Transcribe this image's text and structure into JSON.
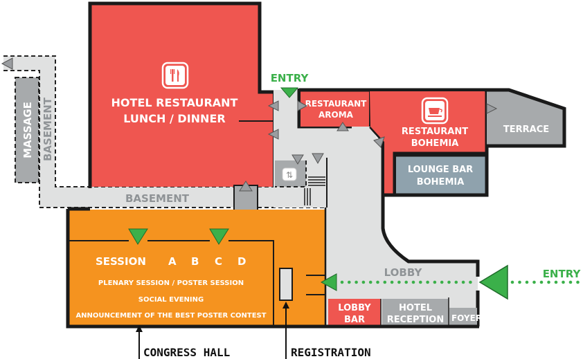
{
  "colors": {
    "restaurant": "#ef5650",
    "congress": "#f5931f",
    "corridor": "#e0e1e1",
    "service": "#a7aaac",
    "lounge": "#8fa2ad",
    "entry": "#3bb04a",
    "arrow_gray": "#9a9da0"
  },
  "rooms": {
    "hotel_restaurant": {
      "line1": "HOTEL RESTAURANT",
      "line2": "LUNCH / DINNER",
      "icon": "cutlery-icon"
    },
    "restaurant_aroma": {
      "line1": "RESTAURANT",
      "line2": "AROMA"
    },
    "restaurant_bohemia": {
      "line1": "RESTAURANT",
      "line2": "BOHEMIA",
      "icon": "coffee-cup-icon"
    },
    "terrace": {
      "label": "TERRACE"
    },
    "lounge_bar": {
      "line1": "LOUNGE BAR",
      "line2": "BOHEMIA"
    },
    "massage": {
      "label": "MASSAGE"
    },
    "lobby": {
      "label": "LOBBY"
    },
    "lobby_bar": {
      "line1": "LOBBY",
      "line2": "BAR"
    },
    "hotel_reception": {
      "line1": "HOTEL",
      "line2": "RECEPTION"
    },
    "foyer": {
      "label": "FOYER"
    },
    "congress_hall": {
      "session_label": "SESSION",
      "sessions": [
        "A",
        "B",
        "C",
        "D"
      ],
      "line1": "PLENARY SESSION / POSTER SESSION",
      "line2": "SOCIAL EVENING",
      "line3": "ANNOUNCEMENT OF THE BEST POSTER CONTEST"
    }
  },
  "corridors": {
    "basement_horizontal": "BASEMENT",
    "basement_vertical": "BASEMENT"
  },
  "entries": {
    "top": "ENTRY",
    "right": "ENTRY"
  },
  "callouts": {
    "congress_hall": "CONGRESS HALL",
    "registration": "REGISTRATION"
  },
  "icons": {
    "elevator": "elevator-icon"
  }
}
